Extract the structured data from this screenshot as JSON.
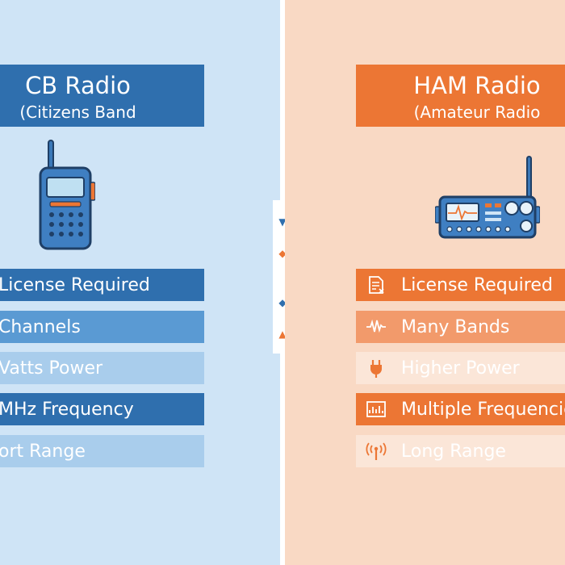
{
  "colors": {
    "cb_bg": "#cfe4f6",
    "ham_bg": "#f9d9c4",
    "cb_accent": "#2f6fae",
    "ham_accent": "#ec7634"
  },
  "cb": {
    "title": "CB Radio",
    "subtitle": "(Citizens Band",
    "device_icon": "walkie-talkie-icon",
    "rows": [
      {
        "label": "License Required",
        "bg": "#2f6fae",
        "color": "#ffffff"
      },
      {
        "label": "Channels",
        "bg": "#5a9ad3",
        "color": "#ffffff"
      },
      {
        "label": "Vatts Power",
        "bg": "#a9cdec",
        "color": "#ffffff"
      },
      {
        "label": "MHz Frequency",
        "bg": "#2f6fae",
        "color": "#ffffff"
      },
      {
        "label": "ort Range",
        "bg": "#a9cdec",
        "color": "#ffffff"
      }
    ]
  },
  "ham": {
    "title": "HAM Radio",
    "subtitle": "(Amateur Radio",
    "device_icon": "base-station-radio-icon",
    "rows": [
      {
        "label": "License Required",
        "icon": "license-document-icon",
        "bg": "#ec7634",
        "color": "#ffffff"
      },
      {
        "label": "Many Bands",
        "icon": "waveform-icon",
        "bg": "#f29a6b",
        "color": "#ffffff"
      },
      {
        "label": "Higher Power",
        "icon": "power-plug-icon",
        "bg": "#fbe6d8",
        "color": "#ffffff"
      },
      {
        "label": "Multiple Frequencie",
        "icon": "spectrum-display-icon",
        "bg": "#ec7634",
        "color": "#ffffff"
      },
      {
        "label": "Long Range",
        "icon": "antenna-signal-icon",
        "bg": "#fbe6d8",
        "color": "#ffffff"
      }
    ]
  },
  "center_markers": [
    {
      "symbol": "▼",
      "color": "#2f6fae"
    },
    {
      "symbol": "◆",
      "color": "#ec7634"
    },
    {
      "symbol": "◆",
      "color": "#2f6fae"
    },
    {
      "symbol": "▲",
      "color": "#ec7634"
    }
  ]
}
